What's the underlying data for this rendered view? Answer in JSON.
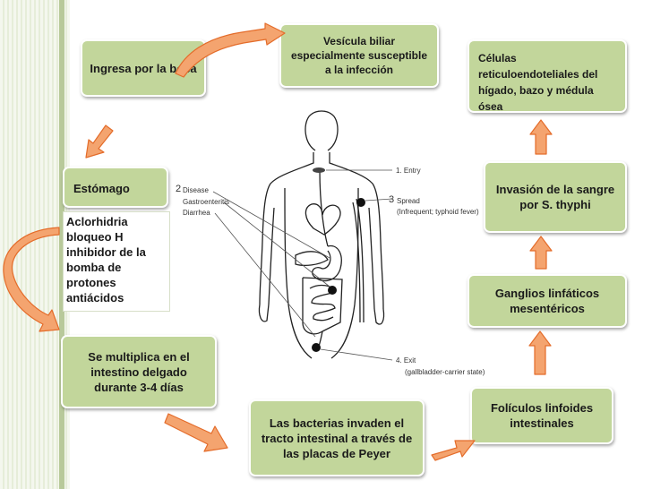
{
  "boxes": {
    "boca": "Ingresa por la boca",
    "vesicula": "Vesícula biliar especialmente susceptible a la infección",
    "celulas": "Células reticuloendoteliales del hígado, bazo y médula ósea",
    "estomago": "Estómago",
    "invasion": "Invasión de la sangre por S. thyphi",
    "ganglios": "Ganglios linfáticos mesentéricos",
    "multiplica": "Se multiplica en el intestino delgado durante 3-4 días",
    "foliculos": "Folículos linfoides intestinales",
    "bacterias": "Las bacterias invaden el tracto intestinal a través de las placas de Peyer"
  },
  "aclorhidria_lines": [
    "Aclorhidria",
    "bloqueo H",
    "inhibidor de la",
    "bomba de",
    "protones",
    "antiácidos"
  ],
  "figure": {
    "entry": "1. Entry",
    "disease_num": "2",
    "disease": "Disease",
    "gastro": "Gastroenteritis",
    "diarrhea": "Diarrhea",
    "spread_num": "3",
    "spread": "Spread",
    "spread_note": "(Infrequent; typhoid fever)",
    "exit": "4. Exit",
    "exit_note": "(gallbladder-carrier state)"
  },
  "colors": {
    "box_fill": "#c2d69b",
    "arrow_fill": "#f4a46f",
    "arrow_stroke": "#e46c2a"
  }
}
